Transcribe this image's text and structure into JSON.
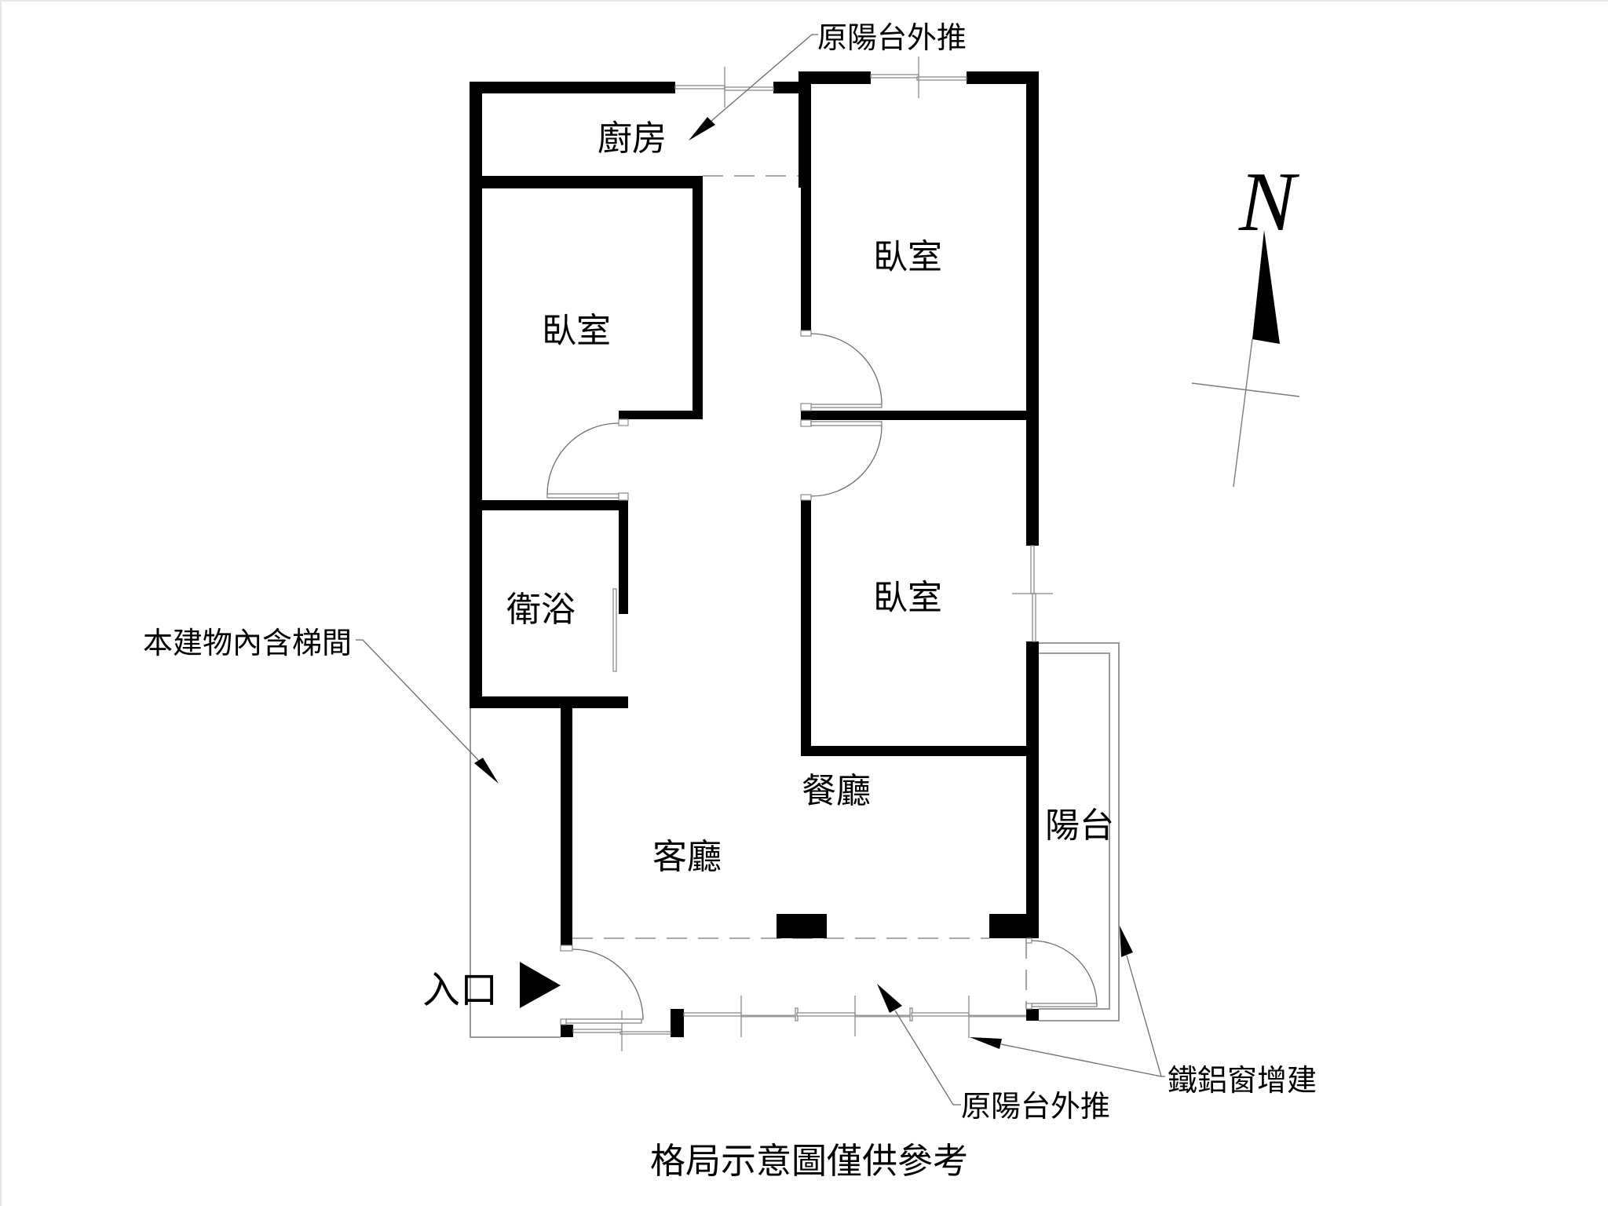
{
  "floor_plan": {
    "rooms": {
      "kitchen": "廚房",
      "bedroom_west": "臥室",
      "bedroom_northeast": "臥室",
      "bedroom_east": "臥室",
      "bathroom": "衛浴",
      "dining_room": "餐廳",
      "living_room": "客廳",
      "balcony": "陽台"
    },
    "entrance_label": "入口",
    "annotations": {
      "top_balcony_extension": "原陽台外推",
      "bottom_balcony_extension": "原陽台外推",
      "stairwell_included": "本建物內含梯間",
      "aluminum_window_addition": "鐵鋁窗增建"
    },
    "compass": {
      "north_label": "N"
    },
    "caption": "格局示意圖僅供參考"
  },
  "colors": {
    "wall": "#000000",
    "fixture_line": "#8a8a8a",
    "leader_line": "#6a6a6a",
    "background": "#ffffff"
  }
}
